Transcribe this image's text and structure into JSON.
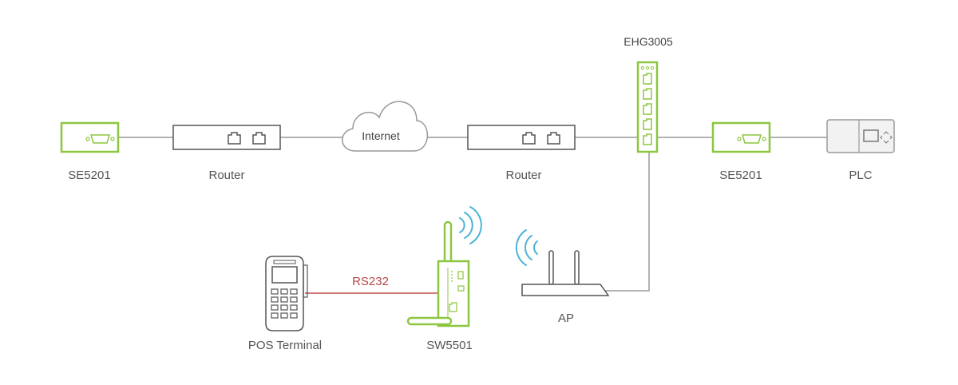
{
  "diagram": {
    "colors": {
      "accent": "#8dc63f",
      "line": "#9a9a9a",
      "device": "#555555",
      "serial": "#c0504d",
      "wifi": "#4ab3d8"
    },
    "labels": {
      "se5201_left": "SE5201",
      "router_left": "Router",
      "internet": "Internet",
      "router_right": "Router",
      "ehg3005": "EHG3005",
      "se5201_right": "SE5201",
      "plc": "PLC",
      "rs232": "RS232",
      "pos_terminal": "POS Terminal",
      "sw5501": "SW5501",
      "ap": "AP"
    },
    "icons": {
      "se5201": "serial-device-server-icon",
      "router": "router-icon",
      "internet": "cloud-icon",
      "switch": "ethernet-switch-icon",
      "plc": "plc-icon",
      "pos": "pos-terminal-icon",
      "sw5501": "wireless-serial-server-icon",
      "ap": "access-point-icon",
      "wifi": "wifi-signal-icon"
    }
  }
}
